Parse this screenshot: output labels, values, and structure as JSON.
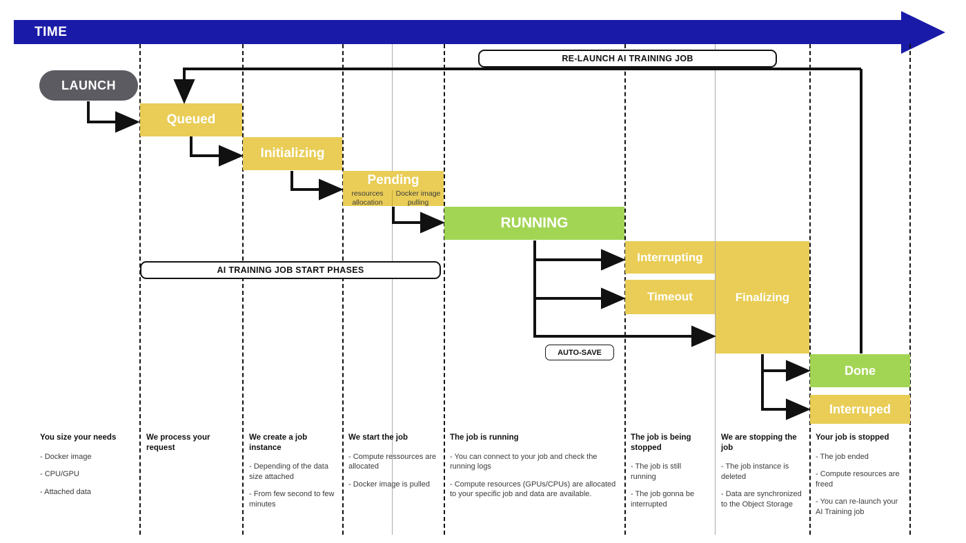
{
  "banner": {
    "time_label": "TIME"
  },
  "callouts": {
    "relaunch": "RE-LAUNCH AI TRAINING JOB",
    "start_phases": "AI TRAINING JOB START PHASES",
    "autosave": "AUTO-SAVE"
  },
  "launch": {
    "label": "LAUNCH"
  },
  "states": {
    "queued": "Queued",
    "initializing": "Initializing",
    "pending": "Pending",
    "pending_sub_1": "resources allocation",
    "pending_sub_2": "Docker image pulling",
    "running": "RUNNING",
    "interrupting": "Interrupting",
    "timeout": "Timeout",
    "finalizing": "Finalizing",
    "done": "Done",
    "interrupted": "Interruped"
  },
  "colors": {
    "banner_blue": "#1a1aa8",
    "state_yellow": "#e9cd56",
    "state_green": "#a3d555",
    "launch_gray": "#5b5b61"
  },
  "columns": [
    {
      "title": "You size your needs",
      "bullets": [
        "- Docker image",
        "- CPU/GPU",
        "- Attached data"
      ]
    },
    {
      "title": "We process your request",
      "bullets": []
    },
    {
      "title": "We create a job instance",
      "bullets": [
        "- Depending of the data size attached",
        "- From few second to few minutes"
      ]
    },
    {
      "title": "We start the job",
      "bullets": [
        "- Compute ressources are allocated",
        "- Docker image is pulled"
      ]
    },
    {
      "title": "The job is running",
      "bullets": [
        "- You can connect to your job and check the running logs",
        "- Compute resources (GPUs/CPUs) are allocated to your specific job and data are available."
      ]
    },
    {
      "title": "The job is being stopped",
      "bullets": [
        "- The job is still running",
        "- The job gonna be interrupted"
      ]
    },
    {
      "title": "We are stopping the job",
      "bullets": [
        "- The job instance is deleted",
        "- Data are synchronized to the Object Storage"
      ]
    },
    {
      "title": "Your job is stopped",
      "bullets": [
        "- The job ended",
        "- Compute resources are freed",
        "- You can re-launch your AI Training job"
      ]
    }
  ]
}
